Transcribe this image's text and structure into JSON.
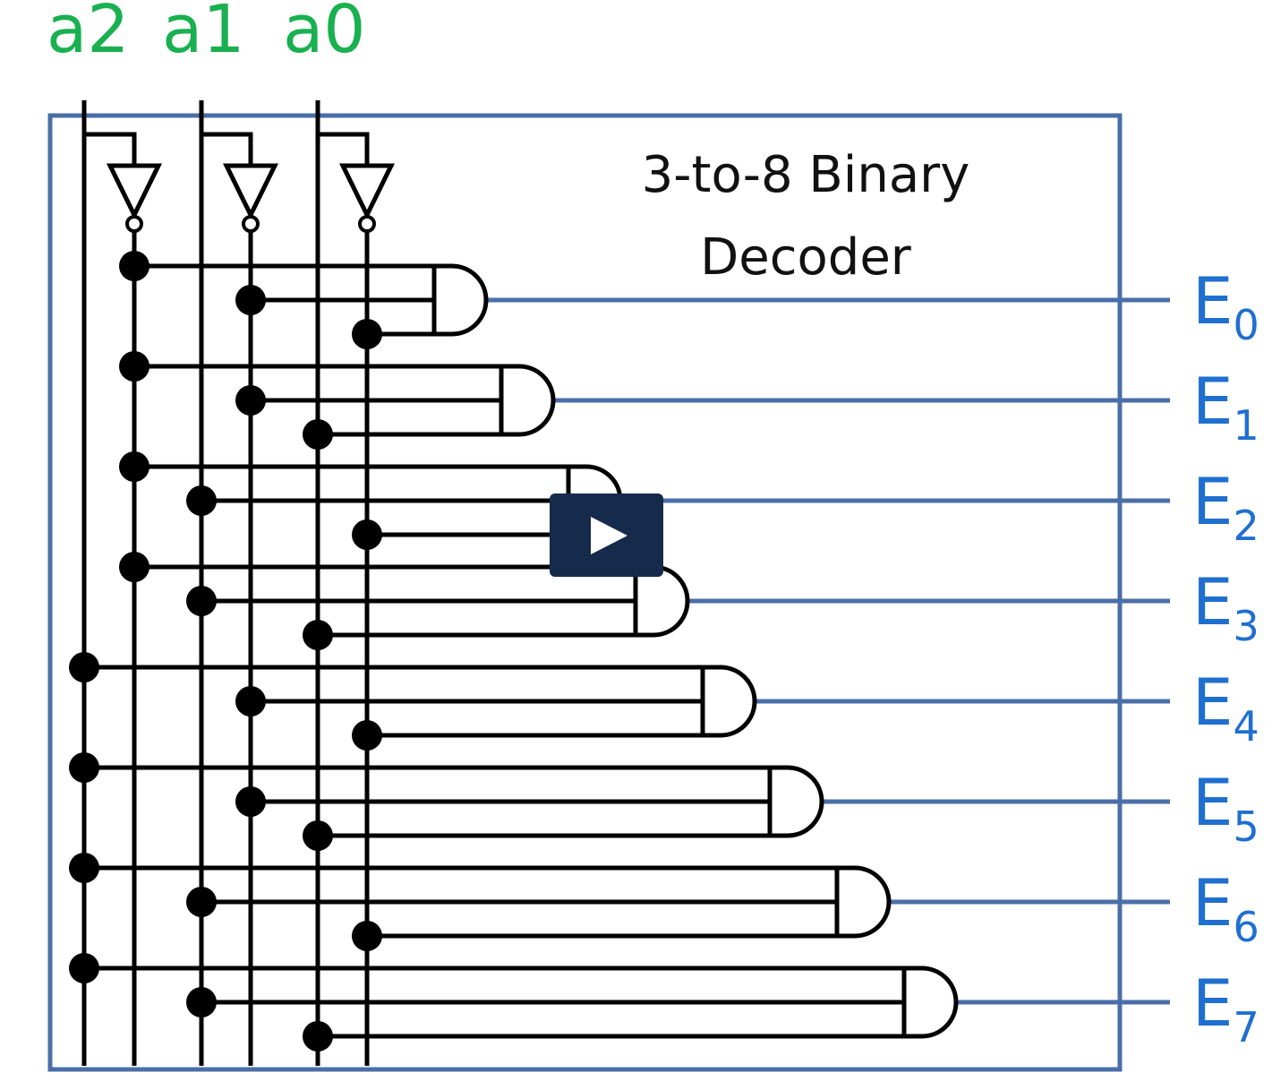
{
  "inputs": {
    "a2": "a2",
    "a1": "a1",
    "a0": "a0"
  },
  "title": {
    "line1": "3-to-8 Binary",
    "line2": "Decoder"
  },
  "outputs": [
    {
      "letter": "E",
      "index": "0"
    },
    {
      "letter": "E",
      "index": "1"
    },
    {
      "letter": "E",
      "index": "2"
    },
    {
      "letter": "E",
      "index": "3"
    },
    {
      "letter": "E",
      "index": "4"
    },
    {
      "letter": "E",
      "index": "5"
    },
    {
      "letter": "E",
      "index": "6"
    },
    {
      "letter": "E",
      "index": "7"
    }
  ],
  "colors": {
    "input_label": "#19b050",
    "output_label": "#1f6fd0",
    "box": "#4a6fa8",
    "wire": "#000000",
    "play_button": "#162a4c"
  },
  "player": {
    "icon": "play-icon"
  }
}
